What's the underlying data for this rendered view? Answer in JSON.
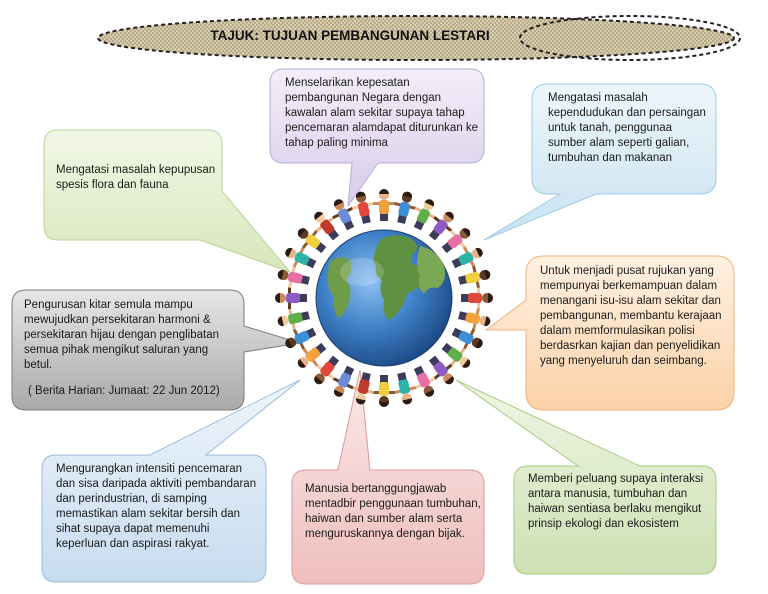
{
  "title": "TAJUK: TUJUAN PEMBANGUNAN LESTARI",
  "boxes": {
    "top": "Menselarikan kepesatan pembangunan Negara dengan kawalan alam sekitar supaya tahap pencemaran alamdapat diturunkan ke tahap paling minima",
    "top_right": "Mengatasi masalah kependudukan dan persaingan untuk tanah, penggunaa sumber alam seperti galian, tumbuhan dan makanan",
    "left_top": "Mengatasi masalah kepupusan spesis flora dan fauna",
    "left_mid": "Pengurusan kitar semula mampu mewujudkan persekitaran harmoni & persekitaran hijau dengan penglibatan semua pihak mengikut saluran yang betul.",
    "left_mid_source": "( Berita Harian: Jumaat: 22 Jun 2012)",
    "right_mid": "Untuk menjadi pusat rujukan yang mempunyai berkemampuan dalam menangani isu-isu alam sekitar dan pembangunan, membantu kerajaan dalam memformulasikan polisi berdasrkan kajian dan penyelidikan yang menyeluruh dan seimbang.",
    "bottom_left": "Mengurangkan intensiti pencemaran dan sisa daripada aktiviti pembandaran dan perindustrian, di samping memastikan alam sekitar bersih dan sihat supaya dapat memenuhi keperluan dan aspirasi rakyat.",
    "bottom_center": "Manusia bertanggungjawab mentadbir penggunaan tumbuhan, haiwan dan sumber alam serta menguruskannya dengan bijak.",
    "bottom_right": "Memberi peluang supaya interaksi antara manusia, tumbuhan dan haiwan sentiasa berlaku mengikut prinsip ekologi dan ekosistem"
  },
  "colors": {
    "title_fill": "#d9cdb0",
    "purple": "#e4dcef",
    "blue": "#dcecf5",
    "green": "#e5efd2",
    "gray": "#bdbdbd",
    "orange": "#fde0c4",
    "red": "#f3d3d2",
    "ocean": "#3d7fc4",
    "land": "#6c9a4a"
  }
}
